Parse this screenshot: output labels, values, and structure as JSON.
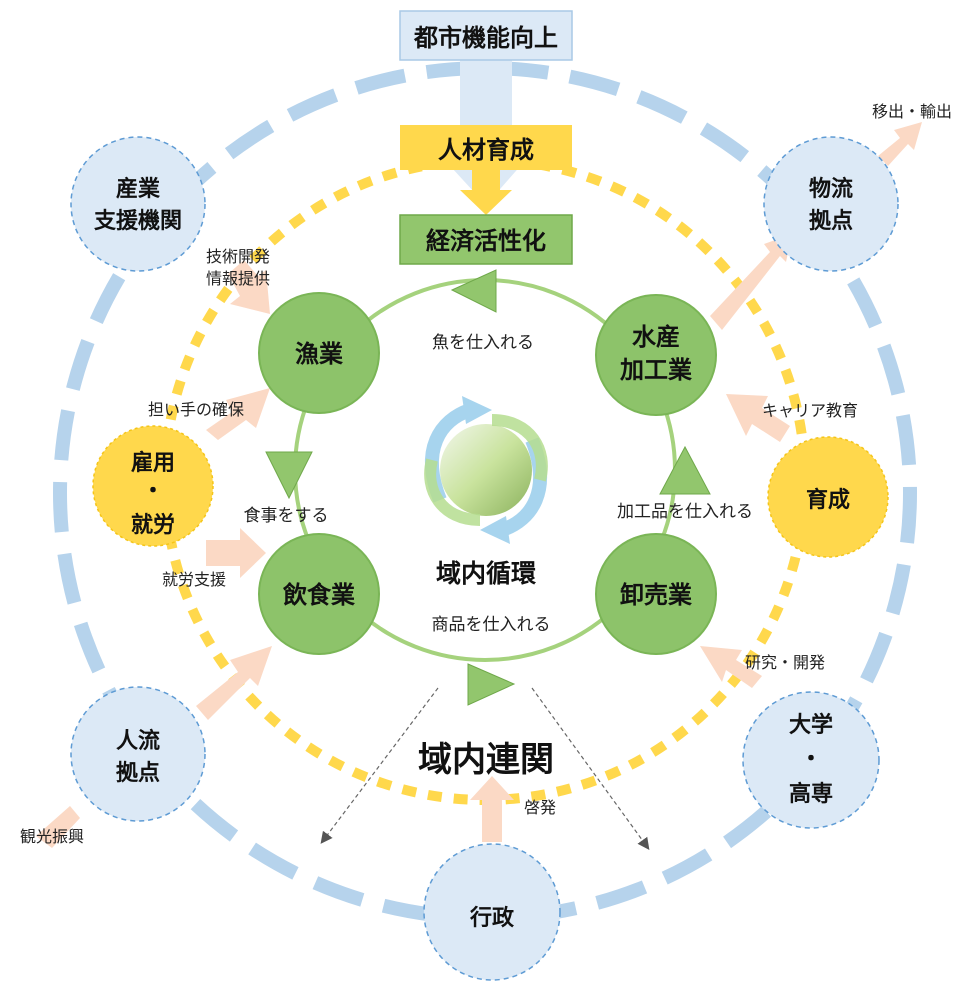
{
  "top": {
    "urban_function": "都市機能向上",
    "human_resources": "人材育成",
    "economic_activation": "経済活性化"
  },
  "center": {
    "regional_cycle": "域内循環",
    "regional_linkage": "域内連関"
  },
  "industries": {
    "fishery": "漁業",
    "seafood_processing": [
      "水産",
      "加工業"
    ],
    "restaurant": "飲食業",
    "wholesale": "卸売業"
  },
  "flows": {
    "buy_fish": "魚を仕入れる",
    "eat": "食事をする",
    "buy_goods": "商品を仕入れる",
    "buy_processed": "加工品を仕入れる"
  },
  "actors": {
    "industry_support": [
      "産業",
      "支援機関"
    ],
    "logistics": [
      "物流",
      "拠点"
    ],
    "employment": [
      "雇用",
      "・",
      "就労"
    ],
    "training": "育成",
    "people_flow": [
      "人流",
      "拠点"
    ],
    "university": [
      "大学",
      "・",
      "高専"
    ],
    "government": "行政"
  },
  "actions": {
    "tech_dev": [
      "技術開発",
      "情報提供"
    ],
    "securing_workers": "担い手の確保",
    "job_support": "就労支援",
    "career_edu": "キャリア教育",
    "research": "研究・開発",
    "export": "移出・輸出",
    "tourism": "観光振興",
    "enlightenment": "啓発"
  },
  "colors": {
    "green_circle": "#8dc36a",
    "green_border": "#7ab556",
    "green_ring": "#a5d27d",
    "yellow": "#ffd84c",
    "light_blue": "#dce9f6",
    "dash_blue": "#b6d3ec",
    "peach": "#fbd9c5"
  }
}
